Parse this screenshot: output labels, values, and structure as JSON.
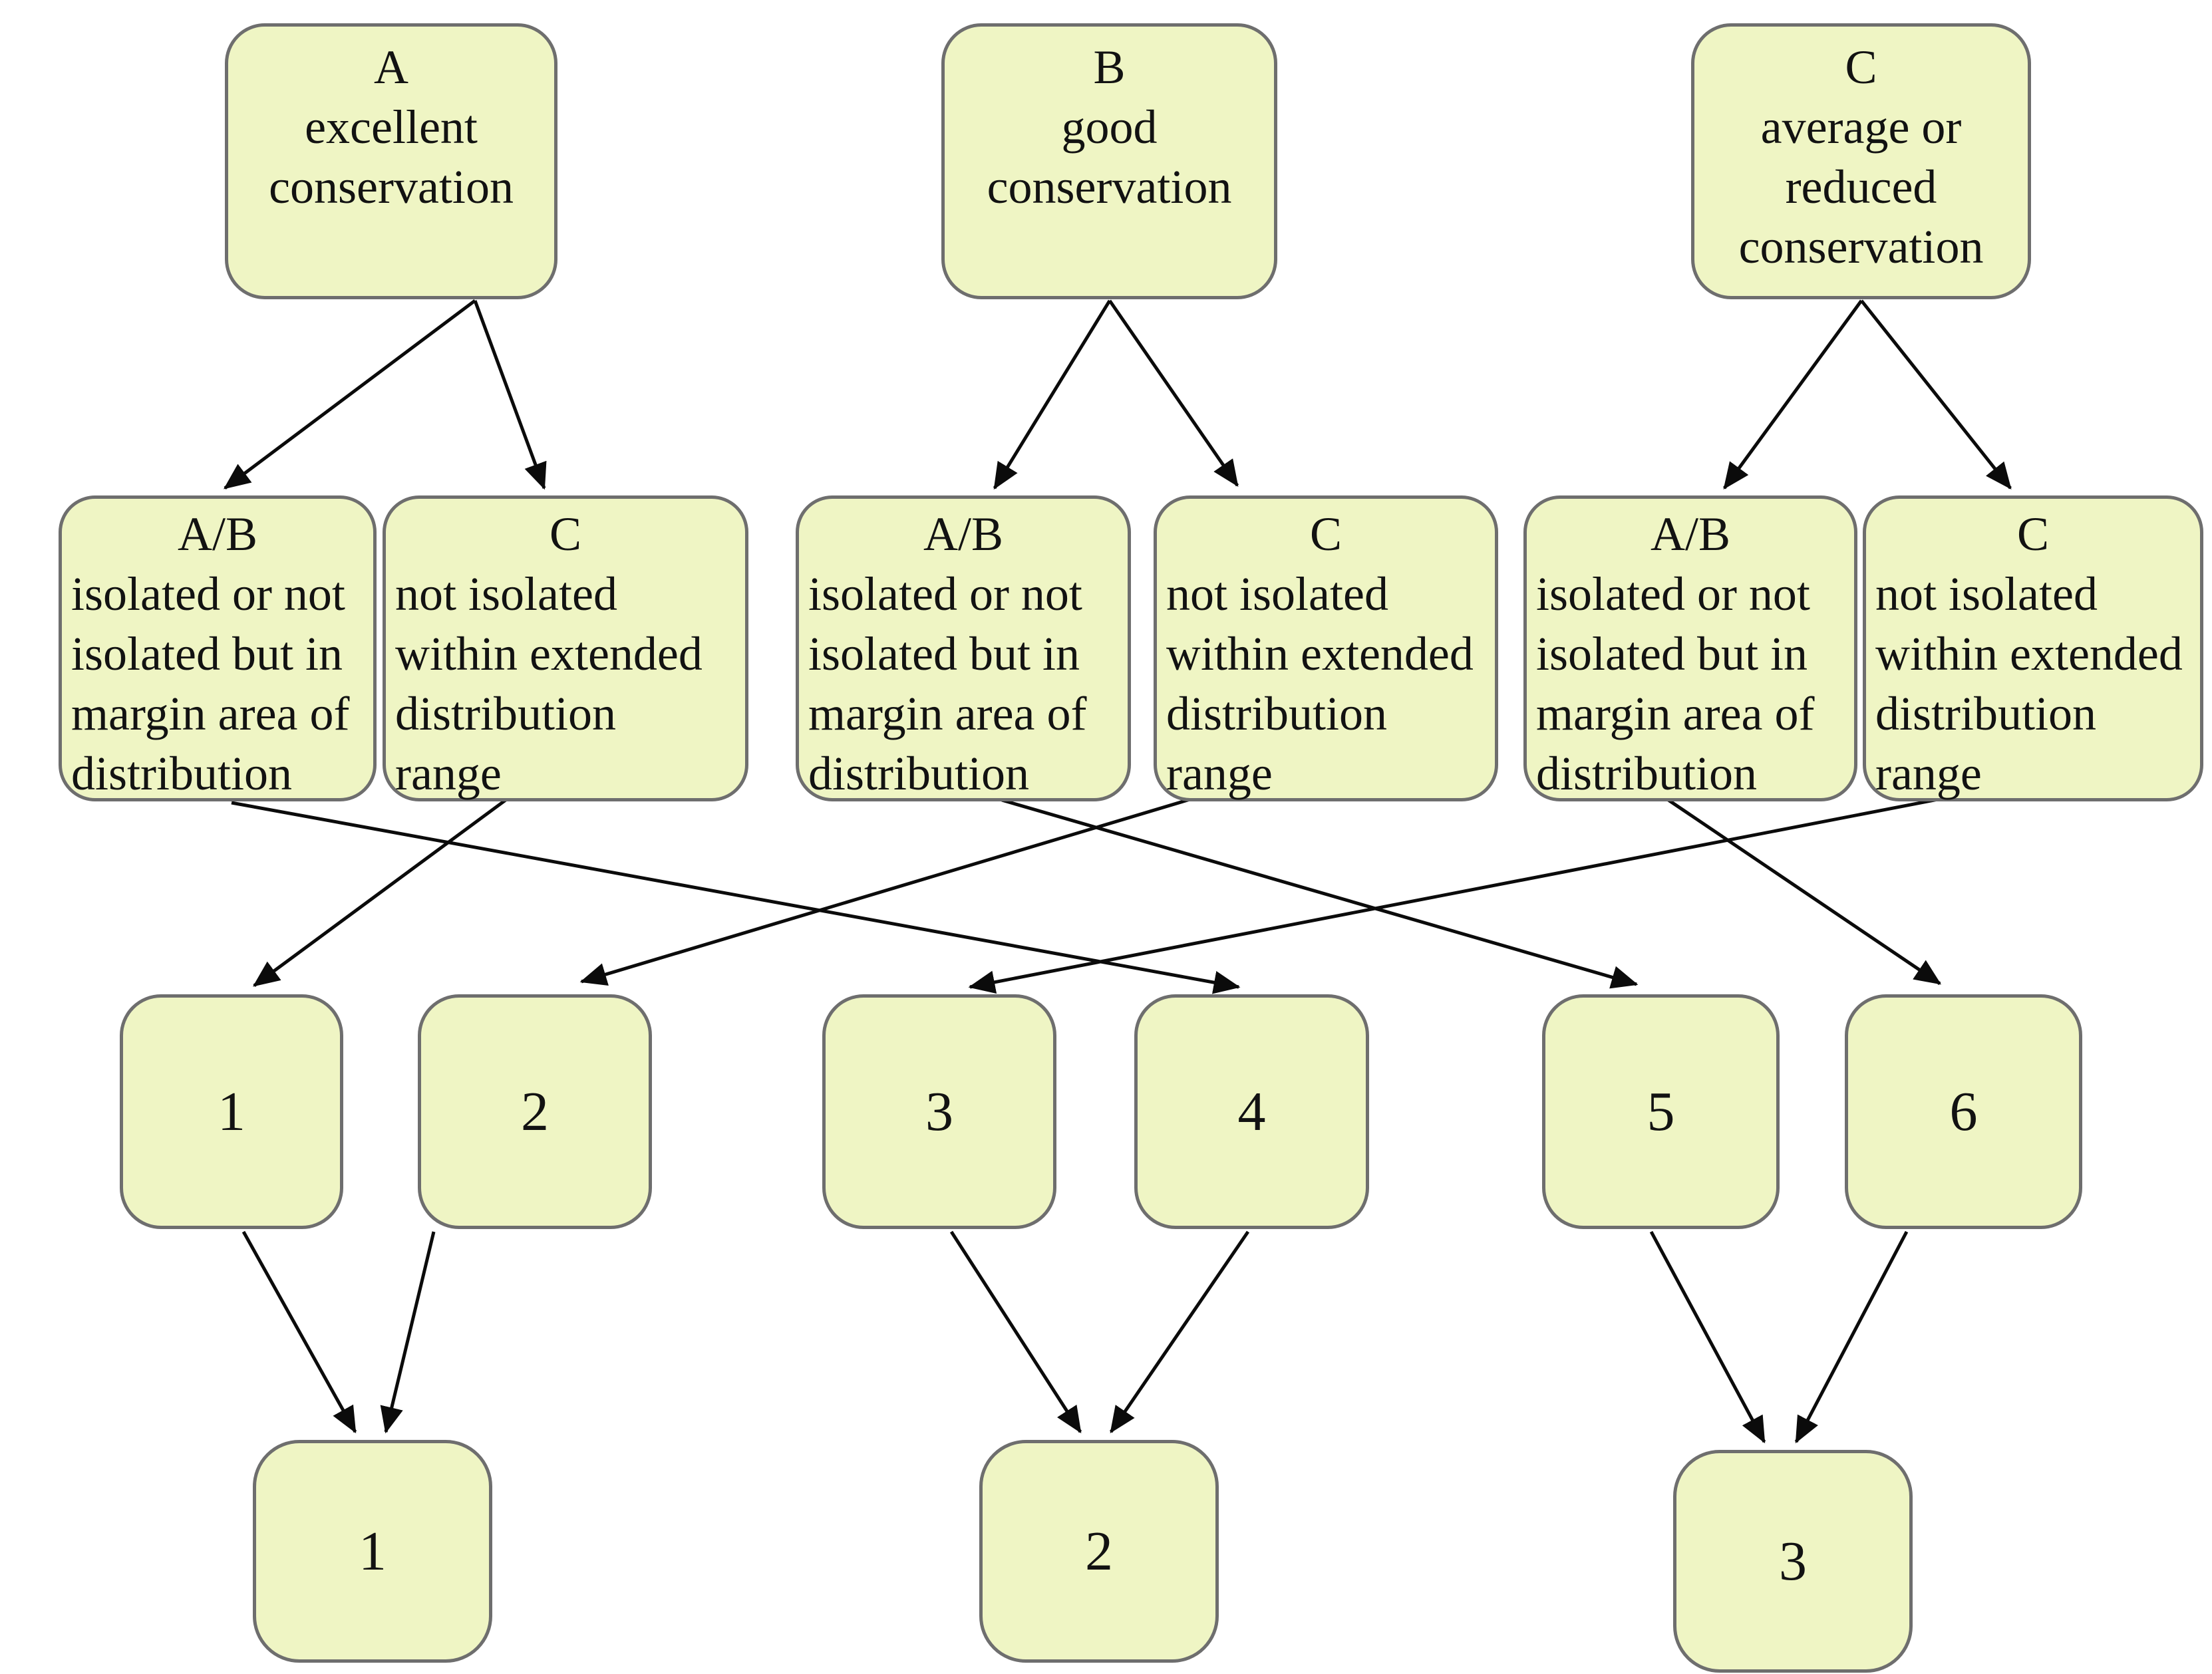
{
  "colors": {
    "background": "#ffffff",
    "box_fill": "#eff5c4",
    "box_border": "#6e6e6e",
    "arrow": "#0b0b0b"
  },
  "diagram": {
    "top_row": [
      {
        "code": "A",
        "label": "excellent\nconservation"
      },
      {
        "code": "B",
        "label": "good\nconservation"
      },
      {
        "code": "C",
        "label": "average or\nreduced\nconservation"
      }
    ],
    "isolation_row": [
      {
        "code": "A/B",
        "label": "isolated or not\nisolated but in\nmargin area of\ndistribution"
      },
      {
        "code": "C",
        "label": "not isolated\nwithin extended\ndistribution\nrange"
      },
      {
        "code": "A/B",
        "label": "isolated or not\nisolated but in\nmargin area of\ndistribution"
      },
      {
        "code": "C",
        "label": "not isolated\nwithin extended\ndistribution\nrange"
      },
      {
        "code": "A/B",
        "label": "isolated or not\nisolated but in\nmargin area of\ndistribution"
      },
      {
        "code": "C",
        "label": "not isolated\nwithin extended\ndistribution\nrange"
      }
    ],
    "grade_row": [
      "1",
      "2",
      "3",
      "4",
      "5",
      "6"
    ],
    "final_row": [
      "1",
      "2",
      "3"
    ],
    "edges": [
      {
        "from": "top-a",
        "to": "iso-ab-under-a"
      },
      {
        "from": "top-a",
        "to": "iso-c-under-a"
      },
      {
        "from": "top-b",
        "to": "iso-ab-under-b"
      },
      {
        "from": "top-b",
        "to": "iso-c-under-b"
      },
      {
        "from": "top-c",
        "to": "iso-ab-under-c"
      },
      {
        "from": "top-c",
        "to": "iso-c-under-c"
      },
      {
        "from": "iso-ab-under-a",
        "to": "grade-4"
      },
      {
        "from": "iso-c-under-a",
        "to": "grade-1"
      },
      {
        "from": "iso-ab-under-b",
        "to": "grade-5"
      },
      {
        "from": "iso-c-under-b",
        "to": "grade-2"
      },
      {
        "from": "iso-ab-under-c",
        "to": "grade-6"
      },
      {
        "from": "iso-c-under-c",
        "to": "grade-3"
      },
      {
        "from": "grade-1",
        "to": "final-1"
      },
      {
        "from": "grade-2",
        "to": "final-1"
      },
      {
        "from": "grade-3",
        "to": "final-2"
      },
      {
        "from": "grade-4",
        "to": "final-2"
      },
      {
        "from": "grade-5",
        "to": "final-3"
      },
      {
        "from": "grade-6",
        "to": "final-3"
      }
    ]
  }
}
